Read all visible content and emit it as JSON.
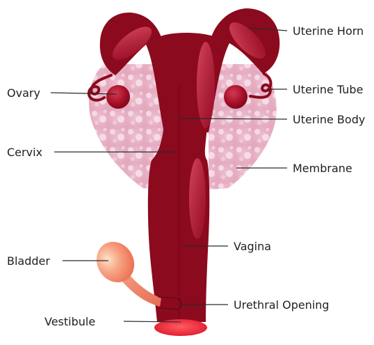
{
  "labels": {
    "uterine_horn": "Uterine Horn",
    "ovary": "Ovary",
    "uterine_tube": "Uterine Tube",
    "uterine_body": "Uterine Body",
    "cervix": "Cervix",
    "membrane": "Membrane",
    "vagina": "Vagina",
    "bladder": "Bladder",
    "urethral_opening": "Urethral Opening",
    "vestibule": "Vestibule"
  },
  "colors": {
    "organ": "#8b0a1e",
    "organ_dark": "#6e0614",
    "highlight": "#c0243a",
    "membrane": "#e9b7c9",
    "membrane_mottle": "#f6dbe6",
    "bladder": "#f2876a",
    "vestibule": "#ee2436"
  }
}
